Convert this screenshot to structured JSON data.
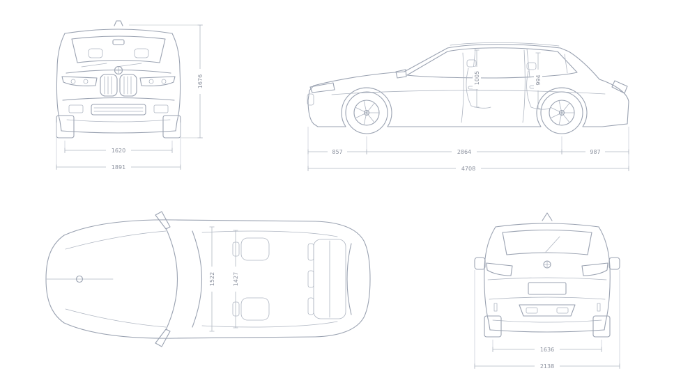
{
  "colors": {
    "background": "#ffffff",
    "car_line": "#9aa2b1",
    "dim_line": "#b0b6c1",
    "dim_text": "#8b919e"
  },
  "views": {
    "front": {
      "track_width": "1620",
      "overall_width": "1891",
      "overall_height": "1676"
    },
    "side": {
      "front_overhang": "857",
      "wheelbase": "2864",
      "rear_overhang": "987",
      "overall_length": "4708",
      "front_headroom": "1005",
      "rear_headroom": "994"
    },
    "top": {
      "front_interior_width": "1522",
      "rear_interior_width": "1427"
    },
    "rear": {
      "track_width": "1636",
      "overall_width_mirrors": "2138"
    }
  }
}
